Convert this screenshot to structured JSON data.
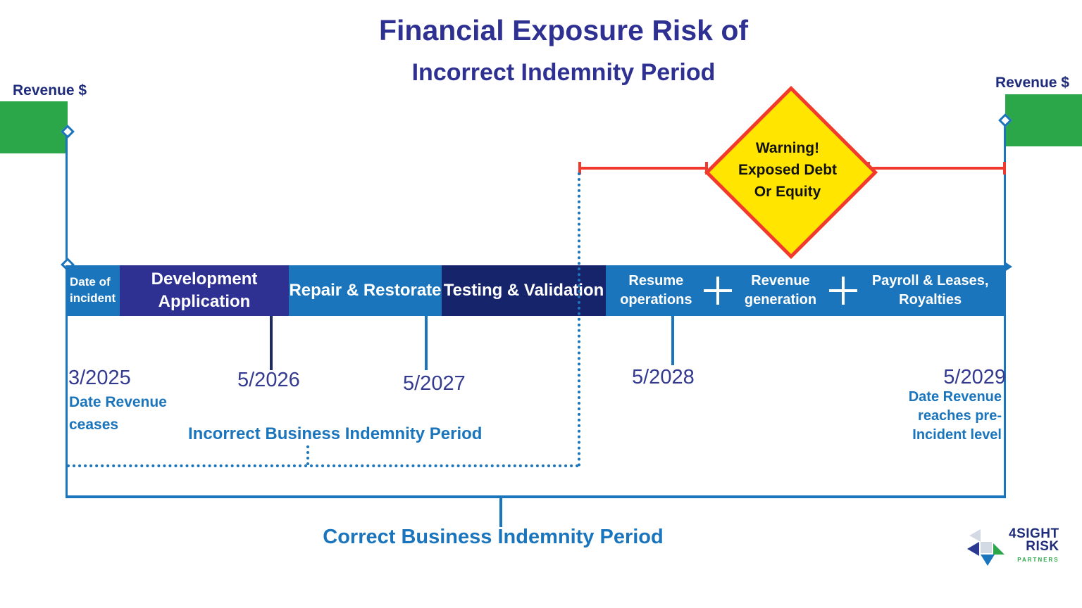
{
  "title": {
    "line1": "Financial Exposure Risk of",
    "line2": "Incorrect Indemnity Period"
  },
  "axis": {
    "left_label": "Revenue $",
    "right_label": "Revenue $"
  },
  "warning_diamond": {
    "lines": [
      "Warning!",
      "Exposed Debt",
      "Or Equity"
    ]
  },
  "timeline": {
    "segments": [
      {
        "label": "Date of incident"
      },
      {
        "label": "Development Application"
      },
      {
        "label": "Repair & Restorate"
      },
      {
        "label": "Testing & Validation"
      },
      {
        "label": "Resume operations"
      },
      {
        "label": "Revenue generation"
      },
      {
        "label": "Payroll & Leases, Royalties"
      }
    ]
  },
  "milestones": [
    {
      "date": "3/2025",
      "note_lines": [
        "Date Revenue",
        "ceases"
      ]
    },
    {
      "date": "5/2026"
    },
    {
      "date": "5/2027"
    },
    {
      "date": "5/2028"
    },
    {
      "date": "5/2029",
      "note_lines": [
        "Date Revenue",
        "reaches pre-",
        "Incident level"
      ]
    }
  ],
  "periods": {
    "incorrect": "Incorrect Business Indemnity Period",
    "correct": "Correct Business Indemnity Period"
  },
  "logo": {
    "name1": "4SIGHT",
    "name2": "RISK",
    "sub": "PARTNERS"
  },
  "colors": {
    "title": "#2E3192",
    "bar_blue": "#1B75BC",
    "bar_purple": "#2E3192",
    "bar_navy": "#16246B",
    "green": "#2BA74A",
    "red": "#F2392F",
    "warning_yellow": "#FFE500",
    "date_text": "#343A90",
    "note_blue": "#1B75BC"
  }
}
